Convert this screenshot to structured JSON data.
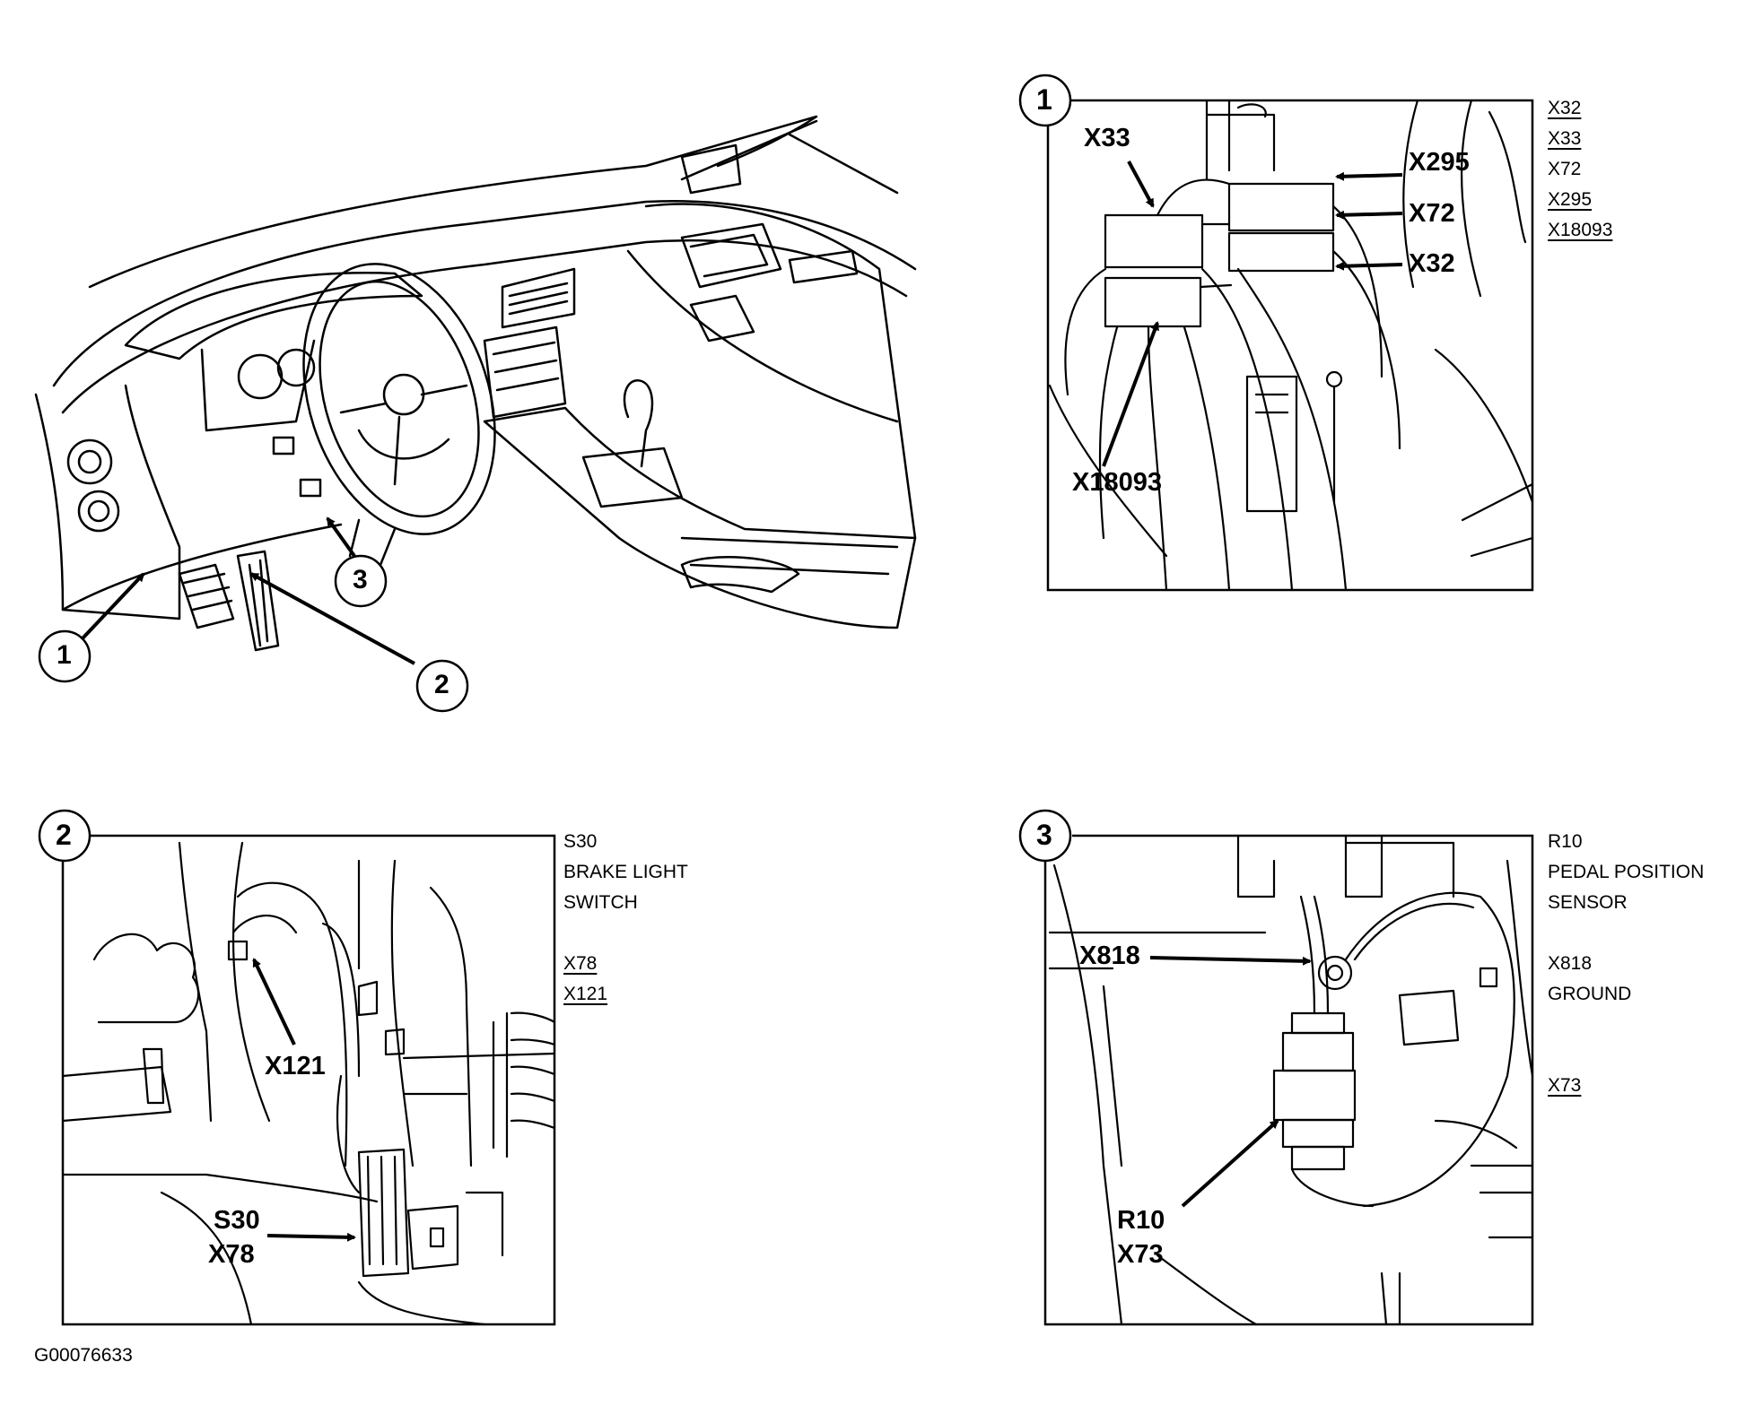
{
  "overview": {
    "callouts": [
      "1",
      "2",
      "3"
    ]
  },
  "panel1": {
    "number": "1",
    "labels": {
      "x33": "X33",
      "x295": "X295",
      "x72": "X72",
      "x32": "X32",
      "x18093": "X18093"
    },
    "side_list": [
      {
        "text": "X32",
        "underline": true
      },
      {
        "text": "X33",
        "underline": true
      },
      {
        "text": "X72",
        "underline": false
      },
      {
        "text": "X295",
        "underline": true
      },
      {
        "text": "X18093",
        "underline": true
      }
    ]
  },
  "panel2": {
    "number": "2",
    "labels": {
      "x121": "X121",
      "s30": "S30",
      "x78": "X78"
    },
    "side_list": [
      {
        "text": "S30",
        "underline": false
      },
      {
        "text": "BRAKE LIGHT",
        "underline": false
      },
      {
        "text": "SWITCH",
        "underline": false
      },
      {
        "text": "",
        "underline": false
      },
      {
        "text": "X78",
        "underline": true
      },
      {
        "text": "X121",
        "underline": true
      }
    ]
  },
  "panel3": {
    "number": "3",
    "labels": {
      "x818": "X818",
      "r10": "R10",
      "x73": "X73"
    },
    "side_list": [
      {
        "text": "R10",
        "underline": false
      },
      {
        "text": "PEDAL POSITION",
        "underline": false
      },
      {
        "text": "SENSOR",
        "underline": false
      },
      {
        "text": "",
        "underline": false
      },
      {
        "text": "X818",
        "underline": false
      },
      {
        "text": "GROUND",
        "underline": false
      },
      {
        "text": "",
        "underline": false
      },
      {
        "text": "",
        "underline": false
      },
      {
        "text": "X73",
        "underline": true
      }
    ]
  },
  "figure_id": "G00076633"
}
